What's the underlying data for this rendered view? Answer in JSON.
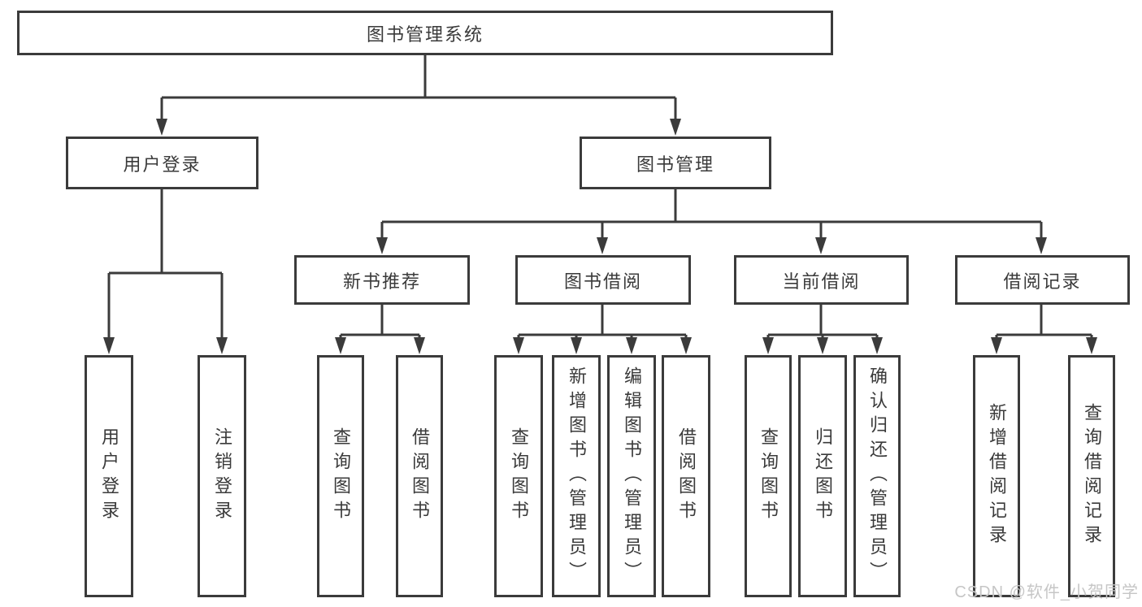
{
  "tree": {
    "label": "图书管理系统",
    "children": [
      {
        "label": "用户登录",
        "children": [
          {
            "label": "用户登录"
          },
          {
            "label": "注销登录"
          }
        ]
      },
      {
        "label": "图书管理",
        "children": [
          {
            "label": "新书推荐",
            "children": [
              {
                "label": "查询图书"
              },
              {
                "label": "借阅图书"
              }
            ]
          },
          {
            "label": "图书借阅",
            "children": [
              {
                "label": "查询图书"
              },
              {
                "label": "新增图书（管理员）"
              },
              {
                "label": "编辑图书（管理员）"
              },
              {
                "label": "借阅图书"
              }
            ]
          },
          {
            "label": "当前借阅",
            "children": [
              {
                "label": "查询图书"
              },
              {
                "label": "归还图书"
              },
              {
                "label": "确认归还（管理员）"
              }
            ]
          },
          {
            "label": "借阅记录",
            "children": [
              {
                "label": "新增借阅记录"
              },
              {
                "label": "查询借阅记录"
              }
            ]
          }
        ]
      }
    ]
  },
  "watermark": {
    "text": "CSDN @软件_小贺同学"
  },
  "colors": {
    "line": "#3b3b3b",
    "text": "#3a3a3a",
    "watermark": "#c6c6c6",
    "bg": "#ffffff"
  }
}
